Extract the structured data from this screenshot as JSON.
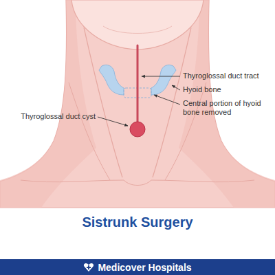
{
  "diagram": {
    "title": "Sistrunk Surgery",
    "nodes": [
      {
        "text": [
          "Medicover Hospitals"
        ]
      }
    ],
    "labels": [
      "Thyroglossal duct tract",
      "Hyoid bone",
      "Central portion of hyoid bone removed",
      "Thyroglossal duct cyst"
    ]
  }
}
